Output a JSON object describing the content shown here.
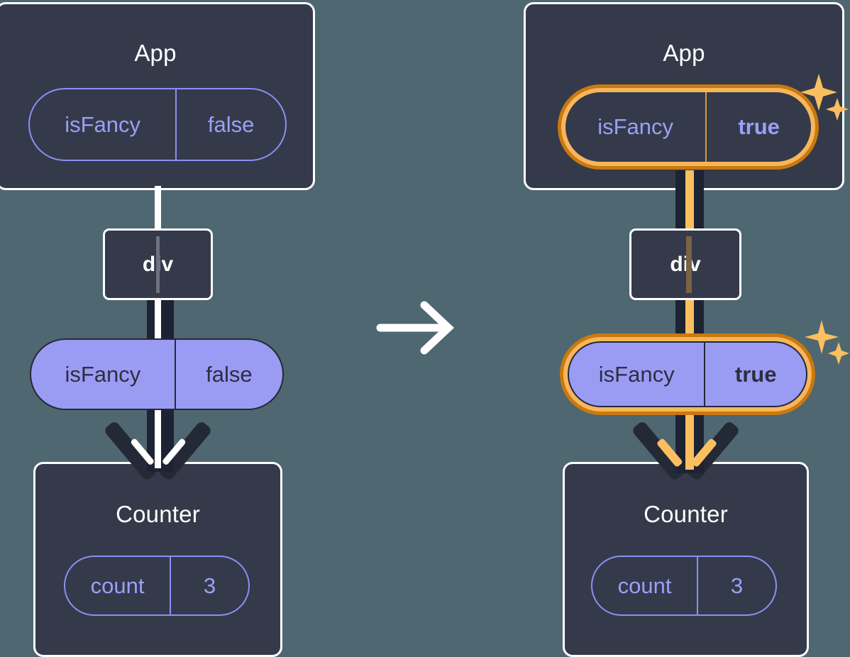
{
  "diagram": {
    "title": "React state update propagation",
    "background_color": "#4e6771",
    "transition_arrow": "arrow-right-icon",
    "panels": [
      {
        "id": "before",
        "app": {
          "title": "App",
          "state": {
            "name": "isFancy",
            "value": "false",
            "highlighted": false
          }
        },
        "div": {
          "label": "div"
        },
        "prop": {
          "name": "isFancy",
          "value": "false",
          "highlighted": false
        },
        "counter": {
          "title": "Counter",
          "state": {
            "name": "count",
            "value": "3"
          }
        },
        "arrow_color": "#ffffff",
        "sparkles": false
      },
      {
        "id": "after",
        "app": {
          "title": "App",
          "state": {
            "name": "isFancy",
            "value": "true",
            "highlighted": true
          }
        },
        "div": {
          "label": "div"
        },
        "prop": {
          "name": "isFancy",
          "value": "true",
          "highlighted": true
        },
        "counter": {
          "title": "Counter",
          "state": {
            "name": "count",
            "value": "3"
          }
        },
        "arrow_color": "#fbbf5f",
        "sparkles": true
      }
    ],
    "colors": {
      "box_fill": "#343a4a",
      "box_border": "#ffffff",
      "pill_purple": "#9a9cf4",
      "pill_outline": "#8b8ff5",
      "highlight_outer": "#c9790f",
      "highlight_inner": "#f7b65b",
      "sparkle": "#fbbf5f",
      "arrow_dark": "#242936"
    }
  }
}
